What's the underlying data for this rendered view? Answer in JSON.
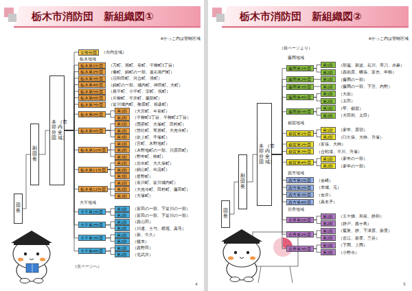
{
  "diagram": {
    "nodes": [
      {
        "text": [
          "団長"
        ]
      },
      {
        "text": [
          "副団長"
        ]
      },
      {
        "text": [
          "本部分団",
          "（市内全域）"
        ]
      },
      {
        "text": [
          "女性分団"
        ]
      },
      {
        "text": [
          "栃木第1分団"
        ]
      },
      {
        "text": [
          "栃木第2分団"
        ]
      },
      {
        "text": [
          "栃木第3分団"
        ]
      },
      {
        "text": [
          "栃木第4分団"
        ]
      },
      {
        "text": [
          "栃木第5分団"
        ]
      },
      {
        "text": [
          "栃木第6分団"
        ]
      },
      {
        "text": [
          "栃木第7分団"
        ]
      },
      {
        "text": [
          "栃木第8分団"
        ]
      },
      {
        "text": [
          "第1部"
        ]
      },
      {
        "text": [
          "第2部"
        ]
      },
      {
        "text": [
          "栃木第9分団"
        ]
      },
      {
        "text": [
          "第1部"
        ]
      },
      {
        "text": [
          "第2部"
        ]
      },
      {
        "text": [
          "第3部"
        ]
      },
      {
        "text": [
          "栃木第10分団"
        ]
      },
      {
        "text": [
          "第1部"
        ]
      },
      {
        "text": [
          "第2部"
        ]
      },
      {
        "text": [
          "第3部"
        ]
      },
      {
        "text": [
          "栃木第11分団"
        ]
      },
      {
        "text": [
          "第1部"
        ]
      },
      {
        "text": [
          "第2部"
        ]
      },
      {
        "text": [
          "第3部"
        ]
      },
      {
        "text": [
          "栃木第12分団"
        ]
      },
      {
        "text": [
          "第1部"
        ]
      },
      {
        "text": [
          "第2部"
        ]
      },
      {
        "text": [
          "第3部"
        ]
      },
      {
        "text": [
          "大平第1分団"
        ]
      },
      {
        "text": [
          "第1部"
        ]
      },
      {
        "text": [
          "第2部"
        ]
      },
      {
        "text": [
          "大平第2分団"
        ]
      },
      {
        "text": [
          "第1部"
        ]
      },
      {
        "text": [
          "第2部"
        ]
      },
      {
        "text": [
          "大平第3分団"
        ]
      },
      {
        "text": [
          "第1部"
        ]
      },
      {
        "text": [
          "第2部"
        ]
      },
      {
        "text": [
          "大平第4分団"
        ]
      },
      {
        "text": [
          "第1部"
        ]
      },
      {
        "text": [
          "第2部"
        ]
      },
      {
        "text": [
          "団長"
        ]
      },
      {
        "text": [
          "副団長"
        ]
      },
      {
        "text": [
          "本部分団",
          "（市内全域）"
        ]
      },
      {
        "text": [
          "藤岡第1分団"
        ]
      },
      {
        "text": [
          "第1部"
        ]
      },
      {
        "text": [
          "第2部"
        ]
      },
      {
        "text": [
          "藤岡第2分団"
        ]
      },
      {
        "text": [
          "第1部"
        ]
      },
      {
        "text": [
          "藤岡第3分団"
        ]
      },
      {
        "text": [
          "第1部"
        ]
      },
      {
        "text": [
          "藤岡第4分団"
        ]
      },
      {
        "text": [
          "第1部"
        ]
      },
      {
        "text": [
          "第2部"
        ]
      },
      {
        "text": [
          "藤岡第5分団"
        ]
      },
      {
        "text": [
          "第1部"
        ]
      },
      {
        "text": [
          "第2部"
        ]
      },
      {
        "text": [
          "都賀第1分団"
        ]
      },
      {
        "text": [
          "第1部"
        ]
      },
      {
        "text": [
          "第2部"
        ]
      },
      {
        "text": [
          "都賀第2分団"
        ]
      },
      {
        "text": [
          "都賀第3分団"
        ]
      },
      {
        "text": [
          "都賀第4分団"
        ]
      },
      {
        "text": [
          "第1部"
        ]
      },
      {
        "text": [
          "第2部"
        ]
      },
      {
        "text": [
          "西方第1分団"
        ]
      },
      {
        "text": [
          "西方第2分団"
        ]
      },
      {
        "text": [
          "西方第3分団"
        ]
      },
      {
        "text": [
          "西方第4分団"
        ]
      },
      {
        "text": [
          "岩舟第1分団"
        ]
      },
      {
        "text": [
          "第1部"
        ]
      },
      {
        "text": [
          "第2部"
        ]
      },
      {
        "text": [
          "岩舟第2分団"
        ]
      },
      {
        "text": [
          "第1部"
        ]
      },
      {
        "text": [
          "第2部"
        ]
      },
      {
        "text": [
          "岩舟第3分団"
        ]
      },
      {
        "text": [
          "第1部"
        ]
      },
      {
        "text": [
          "第2部"
        ]
      }
    ],
    "edges": [
      {
        "from": 0,
        "to": 1,
        "arrow": "none"
      },
      {
        "from": 1,
        "to": 2,
        "arrow": "none"
      },
      {
        "from": 2,
        "to": 3,
        "arrow": "none"
      },
      {
        "from": 2,
        "to": 4,
        "arrow": "none"
      },
      {
        "from": 2,
        "to": 5,
        "arrow": "none"
      },
      {
        "from": 2,
        "to": 6,
        "arrow": "none"
      },
      {
        "from": 2,
        "to": 7,
        "arrow": "none"
      },
      {
        "from": 2,
        "to": 8,
        "arrow": "none"
      },
      {
        "from": 2,
        "to": 9,
        "arrow": "none"
      },
      {
        "from": 2,
        "to": 10,
        "arrow": "none"
      },
      {
        "from": 2,
        "to": 11,
        "arrow": "none"
      },
      {
        "from": 2,
        "to": 14,
        "arrow": "none"
      },
      {
        "from": 2,
        "to": 18,
        "arrow": "none"
      },
      {
        "from": 2,
        "to": 22,
        "arrow": "none"
      },
      {
        "from": 2,
        "to": 26,
        "arrow": "none"
      },
      {
        "from": 2,
        "to": 30,
        "arrow": "none"
      },
      {
        "from": 2,
        "to": 33,
        "arrow": "none"
      },
      {
        "from": 2,
        "to": 36,
        "arrow": "none"
      },
      {
        "from": 2,
        "to": 39,
        "arrow": "none"
      },
      {
        "from": 11,
        "to": 12,
        "arrow": "none"
      },
      {
        "from": 11,
        "to": 13,
        "arrow": "none"
      },
      {
        "from": 14,
        "to": 15,
        "arrow": "none"
      },
      {
        "from": 14,
        "to": 16,
        "arrow": "none"
      },
      {
        "from": 14,
        "to": 17,
        "arrow": "none"
      },
      {
        "from": 18,
        "to": 19,
        "arrow": "none"
      },
      {
        "from": 18,
        "to": 20,
        "arrow": "none"
      },
      {
        "from": 18,
        "to": 21,
        "arrow": "none"
      },
      {
        "from": 22,
        "to": 23,
        "arrow": "none"
      },
      {
        "from": 22,
        "to": 24,
        "arrow": "none"
      },
      {
        "from": 22,
        "to": 25,
        "arrow": "none"
      },
      {
        "from": 26,
        "to": 27,
        "arrow": "none"
      },
      {
        "from": 26,
        "to": 28,
        "arrow": "none"
      },
      {
        "from": 26,
        "to": 29,
        "arrow": "none"
      },
      {
        "from": 30,
        "to": 31,
        "arrow": "none"
      },
      {
        "from": 30,
        "to": 32,
        "arrow": "none"
      },
      {
        "from": 33,
        "to": 34,
        "arrow": "none"
      },
      {
        "from": 33,
        "to": 35,
        "arrow": "none"
      },
      {
        "from": 36,
        "to": 37,
        "arrow": "none"
      },
      {
        "from": 36,
        "to": 38,
        "arrow": "none"
      },
      {
        "from": 39,
        "to": 40,
        "arrow": "none"
      },
      {
        "from": 39,
        "to": 41,
        "arrow": "none"
      },
      {
        "from": 42,
        "to": 43,
        "arrow": "none"
      },
      {
        "from": 43,
        "to": 44,
        "arrow": "none"
      },
      {
        "from": 44,
        "to": 45,
        "arrow": "none"
      },
      {
        "from": 44,
        "to": 48,
        "arrow": "none"
      },
      {
        "from": 44,
        "to": 50,
        "arrow": "none"
      },
      {
        "from": 44,
        "to": 52,
        "arrow": "none"
      },
      {
        "from": 44,
        "to": 55,
        "arrow": "none"
      },
      {
        "from": 44,
        "to": 58,
        "arrow": "none"
      },
      {
        "from": 44,
        "to": 61,
        "arrow": "none"
      },
      {
        "from": 44,
        "to": 62,
        "arrow": "none"
      },
      {
        "from": 44,
        "to": 63,
        "arrow": "none"
      },
      {
        "from": 44,
        "to": 66,
        "arrow": "none"
      },
      {
        "from": 44,
        "to": 67,
        "arrow": "none"
      },
      {
        "from": 44,
        "to": 68,
        "arrow": "none"
      },
      {
        "from": 44,
        "to": 69,
        "arrow": "none"
      },
      {
        "from": 44,
        "to": 70,
        "arrow": "none"
      },
      {
        "from": 44,
        "to": 73,
        "arrow": "none"
      },
      {
        "from": 44,
        "to": 76,
        "arrow": "none"
      },
      {
        "from": 45,
        "to": 46,
        "arrow": "none"
      },
      {
        "from": 45,
        "to": 47,
        "arrow": "none"
      },
      {
        "from": 48,
        "to": 49,
        "arrow": "none"
      },
      {
        "from": 50,
        "to": 51,
        "arrow": "none"
      },
      {
        "from": 52,
        "to": 53,
        "arrow": "none"
      },
      {
        "from": 52,
        "to": 54,
        "arrow": "none"
      },
      {
        "from": 55,
        "to": 56,
        "arrow": "none"
      },
      {
        "from": 55,
        "to": 57,
        "arrow": "none"
      },
      {
        "from": 58,
        "to": 59,
        "arrow": "none"
      },
      {
        "from": 58,
        "to": 60,
        "arrow": "none"
      },
      {
        "from": 63,
        "to": 64,
        "arrow": "none"
      },
      {
        "from": 63,
        "to": 65,
        "arrow": "none"
      },
      {
        "from": 70,
        "to": 71,
        "arrow": "none"
      },
      {
        "from": 70,
        "to": 72,
        "arrow": "none"
      },
      {
        "from": 73,
        "to": 74,
        "arrow": "none"
      },
      {
        "from": 73,
        "to": 75,
        "arrow": "none"
      },
      {
        "from": 76,
        "to": 77,
        "arrow": "none"
      },
      {
        "from": 76,
        "to": 78,
        "arrow": "none"
      }
    ],
    "labels": [
      "栃木市消防団　新組織図①",
      "※かっこ内は管轄区域",
      "（市内全域）",
      "栃木地域",
      "（万町、旭町、泉町、平柳町1丁目）",
      "（倭町、錦町の一部、嘉右衛門町）",
      "（沼和田町、河合町、境町）",
      "（錦町の一部、城内町、神田町、大町）",
      "（昌平町、小平町、室町、祝町）",
      "（片柳町、平井町、薗部町）",
      "（皆川城内町、柳原町、箱森町）",
      "（大宮町、今泉町）",
      "（平柳町1丁目、平柳町2丁目）",
      "（国府町、大塚町、田村町）",
      "（惣社町、寄居町、大光寺町）",
      "（吹上町、千塚町）",
      "（宮町、木野地町）",
      "（木野地町の一部、川原田町）",
      "（野中町、梓町）",
      "（岩出町、大久保町）",
      "（鍋山町、出流町）",
      "（星野町）",
      "（泉川町、皆川城内町）",
      "（大光寺町、田村町、藤田町）",
      "（大塚町）",
      "大平地域",
      "（富田の一部、下皆川の一部）",
      "（富田の一部、下皆川の一部）",
      "（西山田）",
      "（川連、土与、横堀、真弓）",
      "（新、牛久）",
      "（榎本）",
      "（西野田）",
      "（北武井）",
      "（次ページへ）",
      "4",
      "栃木市消防団　新組織図②",
      "※かっこ内は管轄区域",
      "（前ページより）",
      "藤岡地域",
      "（部屋、新波、石川、帯刀、赤麻）",
      "（西前原、幡張、富吉、中根）",
      "（藤岡の一部）",
      "（藤岡の一部、下宮、内野）",
      "（大前）",
      "（太田）",
      "（甲、都賀）",
      "（大田和、太田）",
      "都賀地域",
      "（家中、原宿）",
      "（臼久保、大柿、升塚）",
      "（富張、大柿）",
      "（合戦場、平川、升塚）",
      "（家中の一部）",
      "（家中の一部）",
      "西方地域",
      "（金崎）",
      "（本城、元）",
      "（金井）",
      "（真名子）",
      "岩舟地域",
      "（五十畑、和泉、静和）",
      "（静戸、曲ケ島）",
      "（鷲巣、静、下津原、新里）",
      "（古江、新里、三谷）",
      "（下岡、上岡）",
      "（小野寺）",
      "5"
    ]
  }
}
